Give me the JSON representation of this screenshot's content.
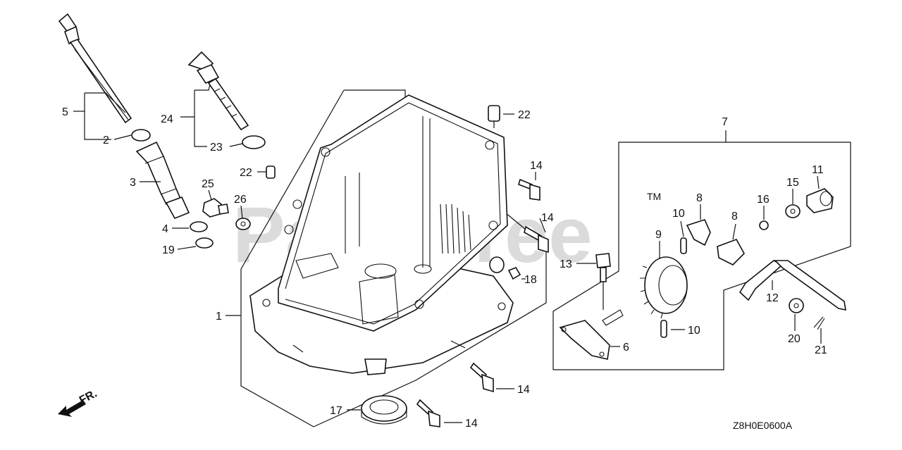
{
  "watermark": {
    "text": "PartsTree",
    "tm": "TM"
  },
  "diagram_code": "Z8H0E0600A",
  "direction_label": "FR.",
  "callouts": {
    "c1": "1",
    "c2": "2",
    "c3": "3",
    "c4": "4",
    "c5": "5",
    "c6": "6",
    "c7": "7",
    "c8a": "8",
    "c8b": "8",
    "c9": "9",
    "c10a": "10",
    "c10b": "10",
    "c11": "11",
    "c12": "12",
    "c13": "13",
    "c14a": "14",
    "c14b": "14",
    "c14c": "14",
    "c14d": "14",
    "c15": "15",
    "c16": "16",
    "c17": "17",
    "c18": "18",
    "c19": "19",
    "c20": "20",
    "c21": "21",
    "c22a": "22",
    "c22b": "22",
    "c23": "23",
    "c24": "24",
    "c25": "25",
    "c26": "26"
  }
}
